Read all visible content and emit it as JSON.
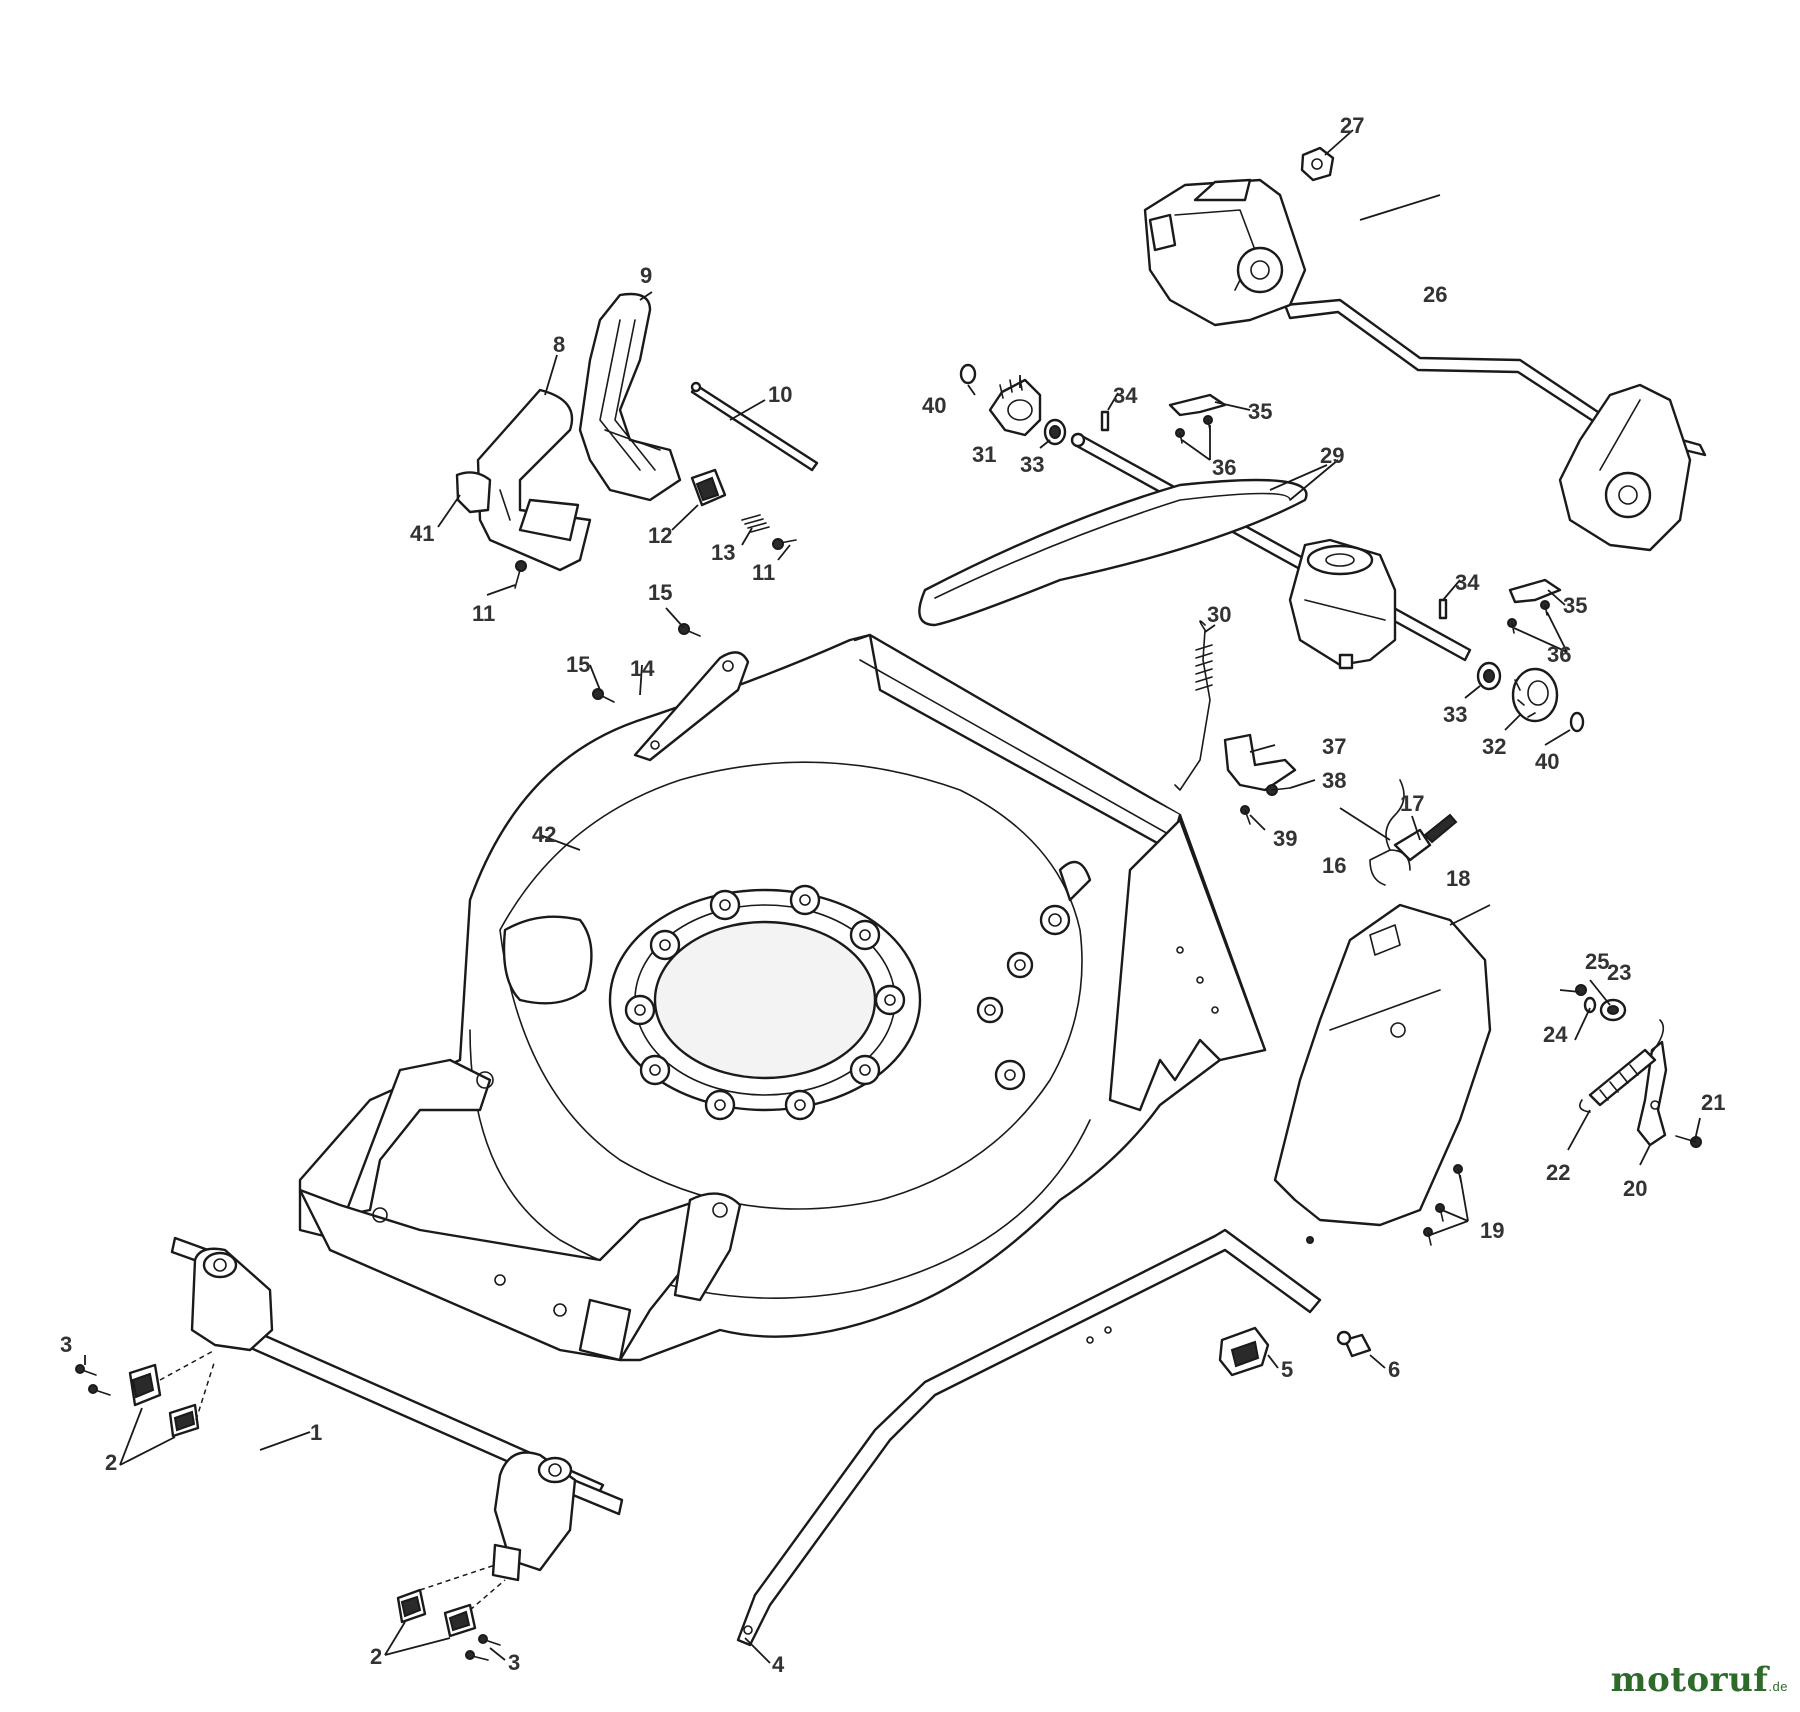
{
  "watermark_text": "",
  "brand": {
    "name": "motoruf",
    "suffix": ".de"
  },
  "callouts": {
    "c1": "1",
    "c2a": "2",
    "c2b": "2",
    "c3a": "3",
    "c3b": "3",
    "c4": "4",
    "c5": "5",
    "c6": "6",
    "c8": "8",
    "c9": "9",
    "c10": "10",
    "c11a": "11",
    "c11b": "11",
    "c12": "12",
    "c13": "13",
    "c14": "14",
    "c15a": "15",
    "c15b": "15",
    "c16": "16",
    "c17": "17",
    "c18": "18",
    "c19": "19",
    "c20": "20",
    "c21": "21",
    "c22": "22",
    "c23": "23",
    "c24": "24",
    "c25": "25",
    "c26": "26",
    "c27": "27",
    "c29": "29",
    "c30": "30",
    "c31": "31",
    "c32": "32",
    "c33a": "33",
    "c33b": "33",
    "c34a": "34",
    "c34b": "34",
    "c35a": "35",
    "c35b": "35",
    "c36a": "36",
    "c36b": "36",
    "c37": "37",
    "c38": "38",
    "c39": "39",
    "c40a": "40",
    "c40b": "40",
    "c41": "41",
    "c42": "42"
  }
}
